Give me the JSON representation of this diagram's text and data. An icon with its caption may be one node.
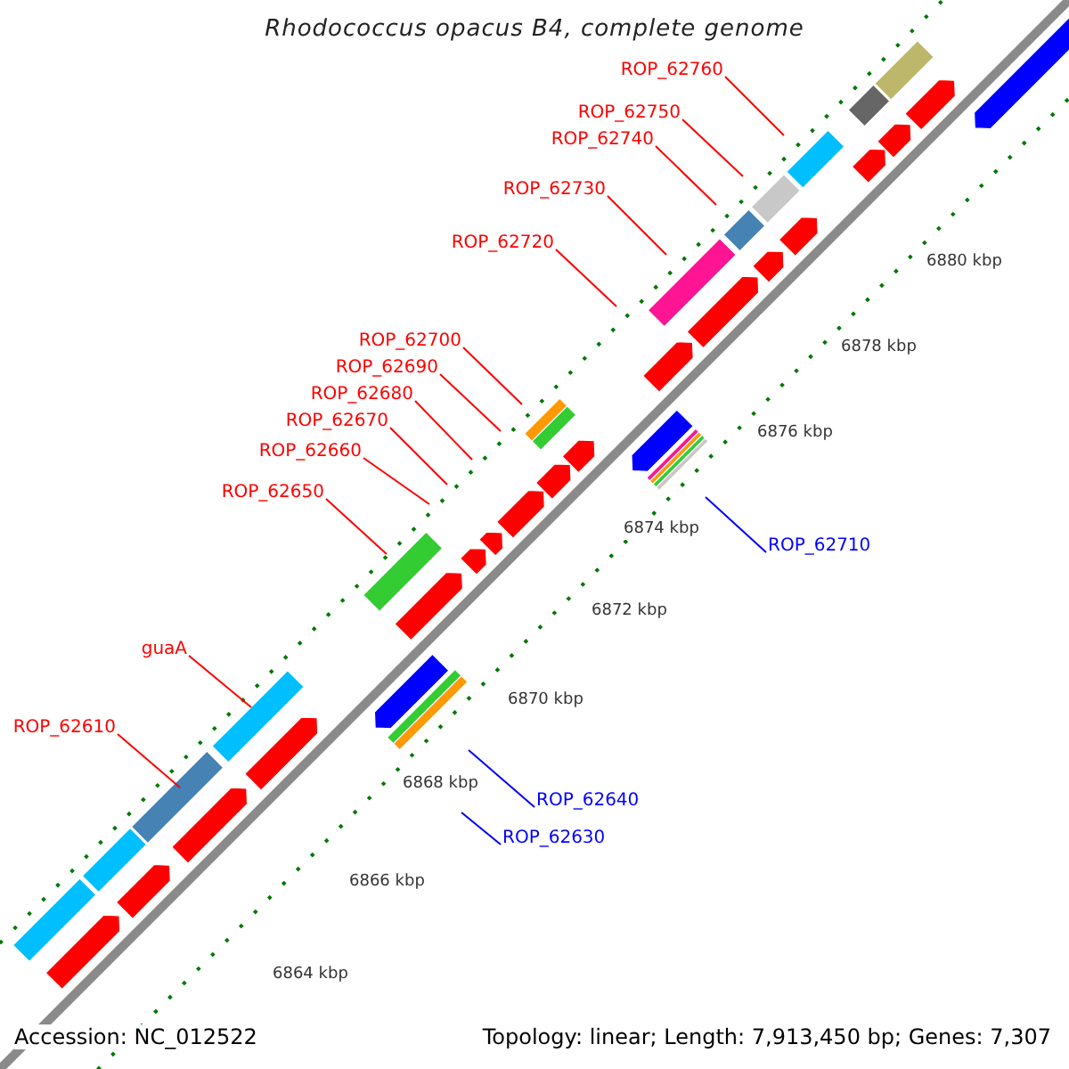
{
  "diagram": {
    "title": "Rhodococcus opacus B4, complete genome",
    "nodes": [
      {
        "text": [
          "ROP_62760"
        ]
      },
      {
        "text": [
          "ROP_62750"
        ]
      },
      {
        "text": [
          "ROP_62740"
        ]
      },
      {
        "text": [
          "ROP_62730"
        ]
      },
      {
        "text": [
          "ROP_62720"
        ]
      },
      {
        "text": [
          "ROP_62700"
        ]
      },
      {
        "text": [
          "ROP_62690"
        ]
      },
      {
        "text": [
          "ROP_62680"
        ]
      },
      {
        "text": [
          "ROP_62670"
        ]
      },
      {
        "text": [
          "ROP_62660"
        ]
      },
      {
        "text": [
          "ROP_62650"
        ]
      },
      {
        "text": [
          "ROP_62710"
        ]
      },
      {
        "text": [
          "guaA"
        ]
      },
      {
        "text": [
          "ROP_62610"
        ]
      },
      {
        "text": [
          "ROP_62640"
        ]
      },
      {
        "text": [
          "ROP_62630"
        ]
      }
    ],
    "edges": [
      {
        "from": 0,
        "to": null,
        "arrow": "none"
      },
      {
        "from": 1,
        "to": null,
        "arrow": "none"
      },
      {
        "from": 2,
        "to": null,
        "arrow": "none"
      },
      {
        "from": 3,
        "to": null,
        "arrow": "none"
      },
      {
        "from": 4,
        "to": null,
        "arrow": "none"
      },
      {
        "from": 5,
        "to": null,
        "arrow": "none"
      },
      {
        "from": 6,
        "to": null,
        "arrow": "none"
      },
      {
        "from": 7,
        "to": null,
        "arrow": "none"
      },
      {
        "from": 8,
        "to": null,
        "arrow": "none"
      },
      {
        "from": 9,
        "to": null,
        "arrow": "none"
      },
      {
        "from": 10,
        "to": null,
        "arrow": "none"
      },
      {
        "from": 11,
        "to": null,
        "arrow": "none",
        "color": "#0000ff"
      },
      {
        "from": 12,
        "to": null,
        "arrow": "none"
      },
      {
        "from": 13,
        "to": null,
        "arrow": "none"
      },
      {
        "from": 14,
        "to": null,
        "arrow": "none",
        "color": "#0000ff"
      },
      {
        "from": 15,
        "to": null,
        "arrow": "none",
        "color": "#0000ff"
      }
    ],
    "labels": [
      "6880 kbp",
      "6878 kbp",
      "6876 kbp",
      "6874 kbp",
      "6872 kbp",
      "6870 kbp",
      "6868 kbp",
      "6866 kbp",
      "6864 kbp",
      "Accession: NC_012522",
      "Topology: linear; Length: 7,913,450 bp; Genes: 7,307"
    ]
  }
}
